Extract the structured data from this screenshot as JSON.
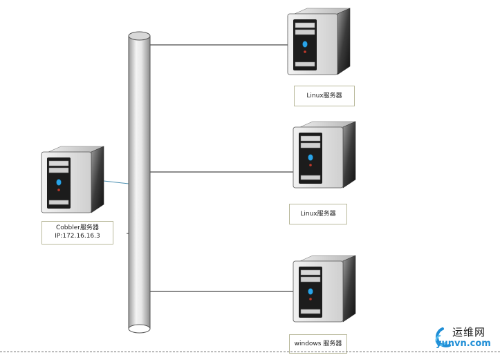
{
  "nodes": {
    "cobbler": {
      "name": "Cobbler服务器",
      "ip": "IP:172.16.16.3"
    },
    "linux1": {
      "name": "Linux服务器"
    },
    "linux2": {
      "name": "Linux服务器"
    },
    "windows": {
      "name": "windows 服务器"
    }
  },
  "watermark": {
    "brand": "运维网",
    "url": "yunvn.com"
  },
  "colors": {
    "pipe": "#d4d4d4",
    "pipe_edge": "#555555",
    "accent_led": "#2aa4e8",
    "watermark_blue": "#1f8ed6"
  }
}
